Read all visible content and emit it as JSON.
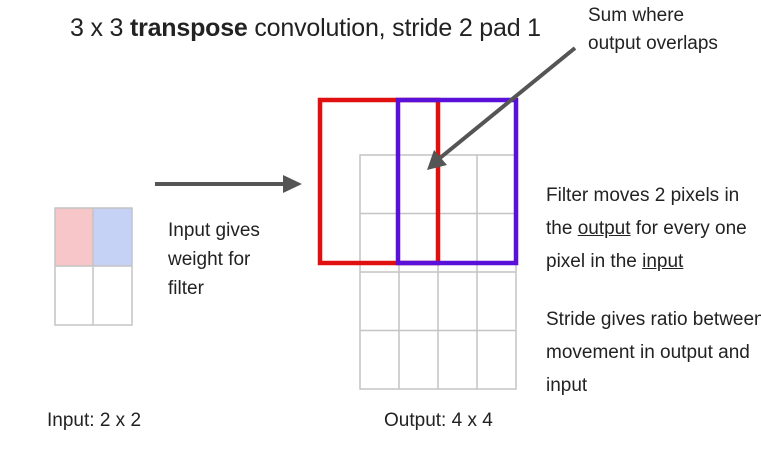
{
  "title": {
    "part1": "3 x 3 ",
    "bold": "transpose",
    "part2": " convolution, stride 2 pad 1"
  },
  "callout": {
    "line1": "Sum where",
    "line2": "output overlaps"
  },
  "input_note": {
    "line1": "Input gives",
    "line2": "weight for",
    "line3": "filter"
  },
  "filter_note": {
    "line1": "Filter moves 2 pixels in",
    "line2_pre": "the ",
    "line2_u": "output",
    "line2_post": " for every one",
    "line3_pre": "pixel in the ",
    "line3_u": "input"
  },
  "stride_note": {
    "line1": "Stride gives ratio between",
    "line2": "movement in output and",
    "line3": "input"
  },
  "labels": {
    "input": "Input: 2 x 2",
    "output": "Output: 4 x 4"
  },
  "colors": {
    "input_cell_red": "#f7c6c8",
    "input_cell_blue": "#c6d1f6",
    "filter_red": "#e01010",
    "filter_blue": "#5a10d8",
    "grid": "#c4c4c4",
    "arrow": "#555555"
  }
}
